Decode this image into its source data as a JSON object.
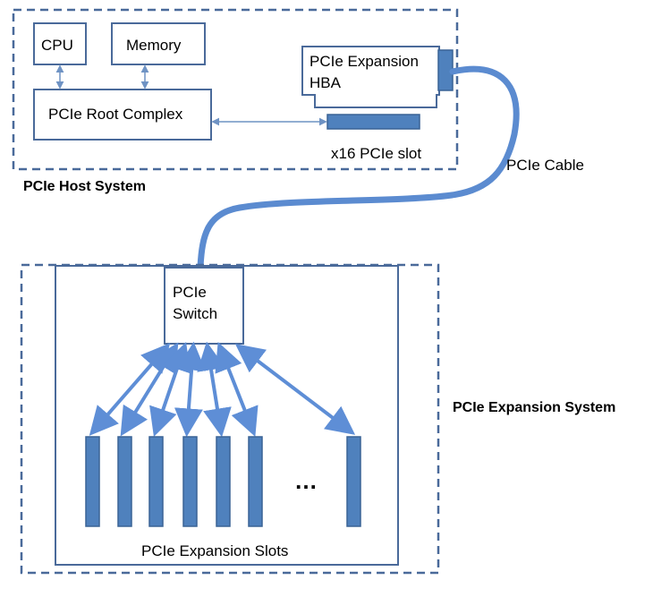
{
  "host": {
    "caption": "PCIe Host System",
    "cpu": "CPU",
    "memory": "Memory",
    "root_complex": "PCIe Root Complex",
    "hba_line1": "PCIe Expansion",
    "hba_line2": "HBA",
    "slot_label": "x16 PCIe slot"
  },
  "cable_label": "PCIe Cable",
  "expansion": {
    "caption": "PCIe Expansion System",
    "switch_line1": "PCIe",
    "switch_line2": "Switch",
    "slots_label": "PCIe Expansion Slots",
    "ellipsis": "…"
  },
  "colors": {
    "box_stroke": "#4a6a9a",
    "slot_fill": "#4f81bd",
    "slot_stroke": "#3a6395",
    "cable": "#5b8bd0",
    "arrow": "#5e8ed6"
  }
}
